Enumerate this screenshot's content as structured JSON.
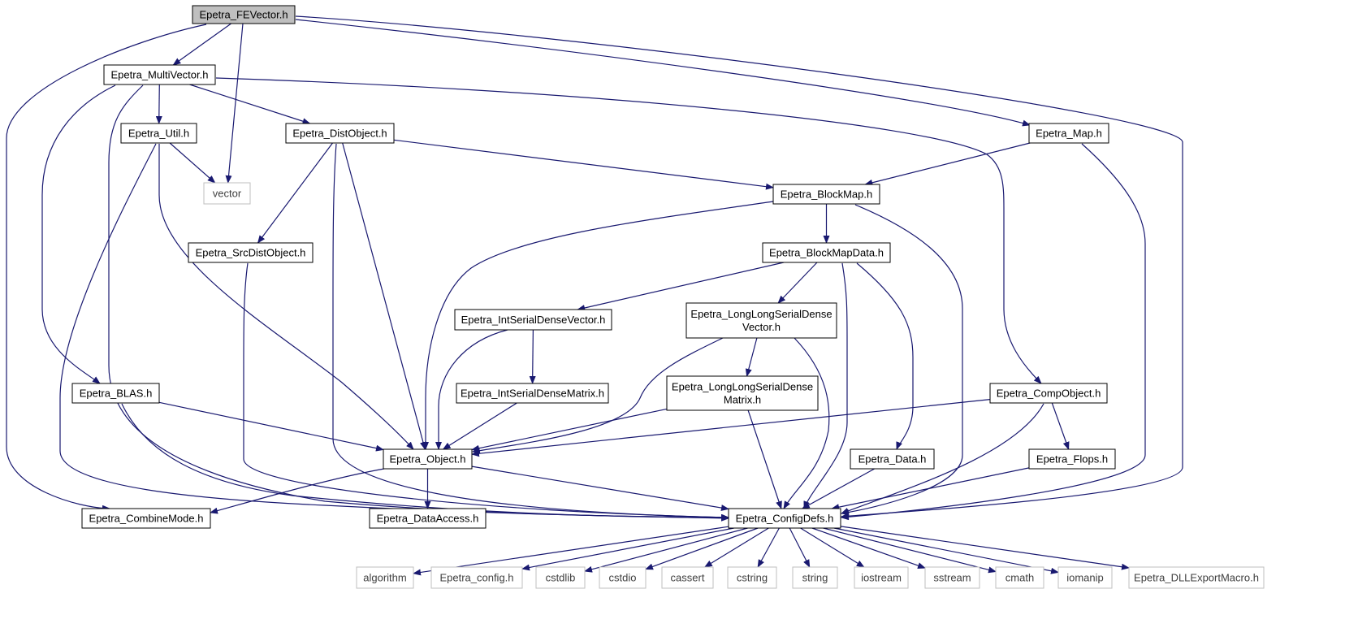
{
  "graph": {
    "colors": {
      "edge": "#191970",
      "box_border": "#000000",
      "system_border": "#bfbfbf",
      "root_fill": "#bfbfbf",
      "fill": "#ffffff"
    },
    "nodes": [
      {
        "id": "fevector",
        "label": "Epetra_FEVector.h",
        "kind": "root"
      },
      {
        "id": "multivector",
        "label": "Epetra_MultiVector.h",
        "kind": "file"
      },
      {
        "id": "util",
        "label": "Epetra_Util.h",
        "kind": "file"
      },
      {
        "id": "distobject",
        "label": "Epetra_DistObject.h",
        "kind": "file"
      },
      {
        "id": "map",
        "label": "Epetra_Map.h",
        "kind": "file"
      },
      {
        "id": "vector",
        "label": "vector",
        "kind": "system"
      },
      {
        "id": "blockmap",
        "label": "Epetra_BlockMap.h",
        "kind": "file"
      },
      {
        "id": "srcdistobject",
        "label": "Epetra_SrcDistObject.h",
        "kind": "file"
      },
      {
        "id": "blockmapdata",
        "label": "Epetra_BlockMapData.h",
        "kind": "file"
      },
      {
        "id": "intserialdensevector",
        "label": "Epetra_IntSerialDenseVector.h",
        "kind": "file"
      },
      {
        "id": "llsdvector",
        "label": [
          "Epetra_LongLongSerialDense",
          "Vector.h"
        ],
        "kind": "file"
      },
      {
        "id": "blas",
        "label": "Epetra_BLAS.h",
        "kind": "file"
      },
      {
        "id": "intserialdensematrix",
        "label": "Epetra_IntSerialDenseMatrix.h",
        "kind": "file"
      },
      {
        "id": "llsdmatrix",
        "label": [
          "Epetra_LongLongSerialDense",
          "Matrix.h"
        ],
        "kind": "file"
      },
      {
        "id": "compobject",
        "label": "Epetra_CompObject.h",
        "kind": "file"
      },
      {
        "id": "object",
        "label": "Epetra_Object.h",
        "kind": "file"
      },
      {
        "id": "data",
        "label": "Epetra_Data.h",
        "kind": "file"
      },
      {
        "id": "flops",
        "label": "Epetra_Flops.h",
        "kind": "file"
      },
      {
        "id": "combinemode",
        "label": "Epetra_CombineMode.h",
        "kind": "file"
      },
      {
        "id": "dataaccess",
        "label": "Epetra_DataAccess.h",
        "kind": "file"
      },
      {
        "id": "configdefs",
        "label": "Epetra_ConfigDefs.h",
        "kind": "file"
      },
      {
        "id": "algorithm",
        "label": "algorithm",
        "kind": "system"
      },
      {
        "id": "epetra_config",
        "label": "Epetra_config.h",
        "kind": "system"
      },
      {
        "id": "cstdlib",
        "label": "cstdlib",
        "kind": "system"
      },
      {
        "id": "cstdio",
        "label": "cstdio",
        "kind": "system"
      },
      {
        "id": "cassert",
        "label": "cassert",
        "kind": "system"
      },
      {
        "id": "cstring",
        "label": "cstring",
        "kind": "system"
      },
      {
        "id": "string",
        "label": "string",
        "kind": "system"
      },
      {
        "id": "iostream",
        "label": "iostream",
        "kind": "system"
      },
      {
        "id": "sstream",
        "label": "sstream",
        "kind": "system"
      },
      {
        "id": "cmath",
        "label": "cmath",
        "kind": "system"
      },
      {
        "id": "iomanip",
        "label": "iomanip",
        "kind": "system"
      },
      {
        "id": "dllexport",
        "label": "Epetra_DLLExportMacro.h",
        "kind": "system"
      }
    ],
    "edges": [
      [
        "fevector",
        "multivector"
      ],
      [
        "fevector",
        "vector"
      ],
      [
        "fevector",
        "map"
      ],
      [
        "fevector",
        "combinemode"
      ],
      [
        "fevector",
        "configdefs"
      ],
      [
        "multivector",
        "util"
      ],
      [
        "multivector",
        "distobject"
      ],
      [
        "multivector",
        "blas"
      ],
      [
        "multivector",
        "configdefs"
      ],
      [
        "multivector",
        "compobject"
      ],
      [
        "util",
        "vector"
      ],
      [
        "util",
        "object"
      ],
      [
        "util",
        "configdefs"
      ],
      [
        "distobject",
        "blockmap"
      ],
      [
        "distobject",
        "srcdistobject"
      ],
      [
        "distobject",
        "object"
      ],
      [
        "distobject",
        "configdefs"
      ],
      [
        "map",
        "blockmap"
      ],
      [
        "map",
        "configdefs"
      ],
      [
        "blockmap",
        "blockmapdata"
      ],
      [
        "blockmap",
        "object"
      ],
      [
        "blockmap",
        "configdefs"
      ],
      [
        "srcdistobject",
        "configdefs"
      ],
      [
        "blockmapdata",
        "intserialdensevector"
      ],
      [
        "blockmapdata",
        "llsdvector"
      ],
      [
        "blockmapdata",
        "data"
      ],
      [
        "blockmapdata",
        "configdefs"
      ],
      [
        "intserialdensevector",
        "intserialdensematrix"
      ],
      [
        "intserialdensevector",
        "object"
      ],
      [
        "llsdvector",
        "llsdmatrix"
      ],
      [
        "llsdvector",
        "object"
      ],
      [
        "llsdvector",
        "configdefs"
      ],
      [
        "blas",
        "object"
      ],
      [
        "blas",
        "configdefs"
      ],
      [
        "intserialdensematrix",
        "object"
      ],
      [
        "llsdmatrix",
        "object"
      ],
      [
        "llsdmatrix",
        "configdefs"
      ],
      [
        "compobject",
        "object"
      ],
      [
        "compobject",
        "flops"
      ],
      [
        "compobject",
        "configdefs"
      ],
      [
        "object",
        "combinemode"
      ],
      [
        "object",
        "dataaccess"
      ],
      [
        "object",
        "configdefs"
      ],
      [
        "data",
        "configdefs"
      ],
      [
        "flops",
        "configdefs"
      ],
      [
        "configdefs",
        "algorithm"
      ],
      [
        "configdefs",
        "epetra_config"
      ],
      [
        "configdefs",
        "cstdlib"
      ],
      [
        "configdefs",
        "cstdio"
      ],
      [
        "configdefs",
        "cassert"
      ],
      [
        "configdefs",
        "cstring"
      ],
      [
        "configdefs",
        "string"
      ],
      [
        "configdefs",
        "iostream"
      ],
      [
        "configdefs",
        "sstream"
      ],
      [
        "configdefs",
        "cmath"
      ],
      [
        "configdefs",
        "iomanip"
      ],
      [
        "configdefs",
        "dllexport"
      ]
    ]
  }
}
